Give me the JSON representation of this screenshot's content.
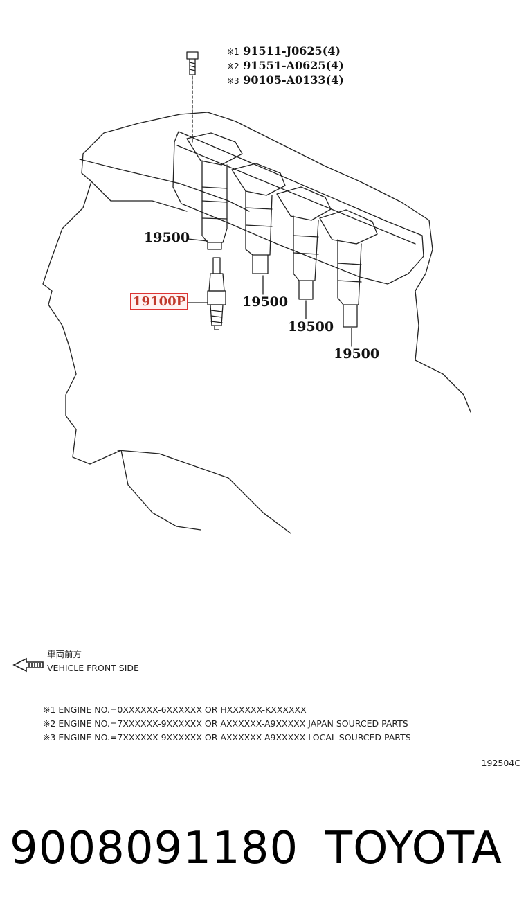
{
  "parts_list": [
    {
      "mark": "※1",
      "number": "91511-J0625(4)"
    },
    {
      "mark": "※2",
      "number": "91551-A0625(4)"
    },
    {
      "mark": "※3",
      "number": "90105-A0133(4)"
    }
  ],
  "callouts": {
    "coil_1": "19500",
    "coil_2": "19500",
    "coil_3": "19500",
    "coil_4": "19500",
    "spark_plug": "19100P"
  },
  "direction": {
    "jp": "車両前方",
    "en": "VEHICLE FRONT SIDE"
  },
  "notes": [
    "※1 ENGINE NO.=0XXXXXX-6XXXXXX OR HXXXXXX-KXXXXXX",
    "※2 ENGINE NO.=7XXXXXX-9XXXXXX OR AXXXXXX-A9XXXXX JAPAN SOURCED PARTS",
    "※3 ENGINE NO.=7XXXXXX-9XXXXXX OR AXXXXXX-A9XXXXX LOCAL SOURCED PARTS"
  ],
  "diagram_code": "192504C",
  "footer": {
    "part_number": "9008091180",
    "brand": "TOYOTA"
  },
  "colors": {
    "highlight": "#d33333",
    "ink": "#111111"
  }
}
